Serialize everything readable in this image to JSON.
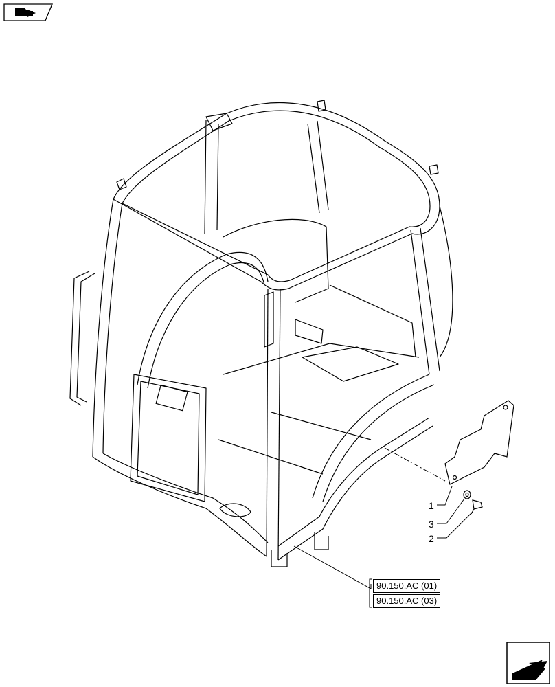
{
  "icons": {
    "top_left": "book-arrow-icon",
    "bottom_right": "next-page-arrow-icon"
  },
  "callouts": [
    {
      "id": "1",
      "label": "1"
    },
    {
      "id": "3",
      "label": "3"
    },
    {
      "id": "2",
      "label": "2"
    }
  ],
  "references": [
    {
      "label": "90.150.AC (01)"
    },
    {
      "label": "90.150.AC (03)"
    }
  ]
}
